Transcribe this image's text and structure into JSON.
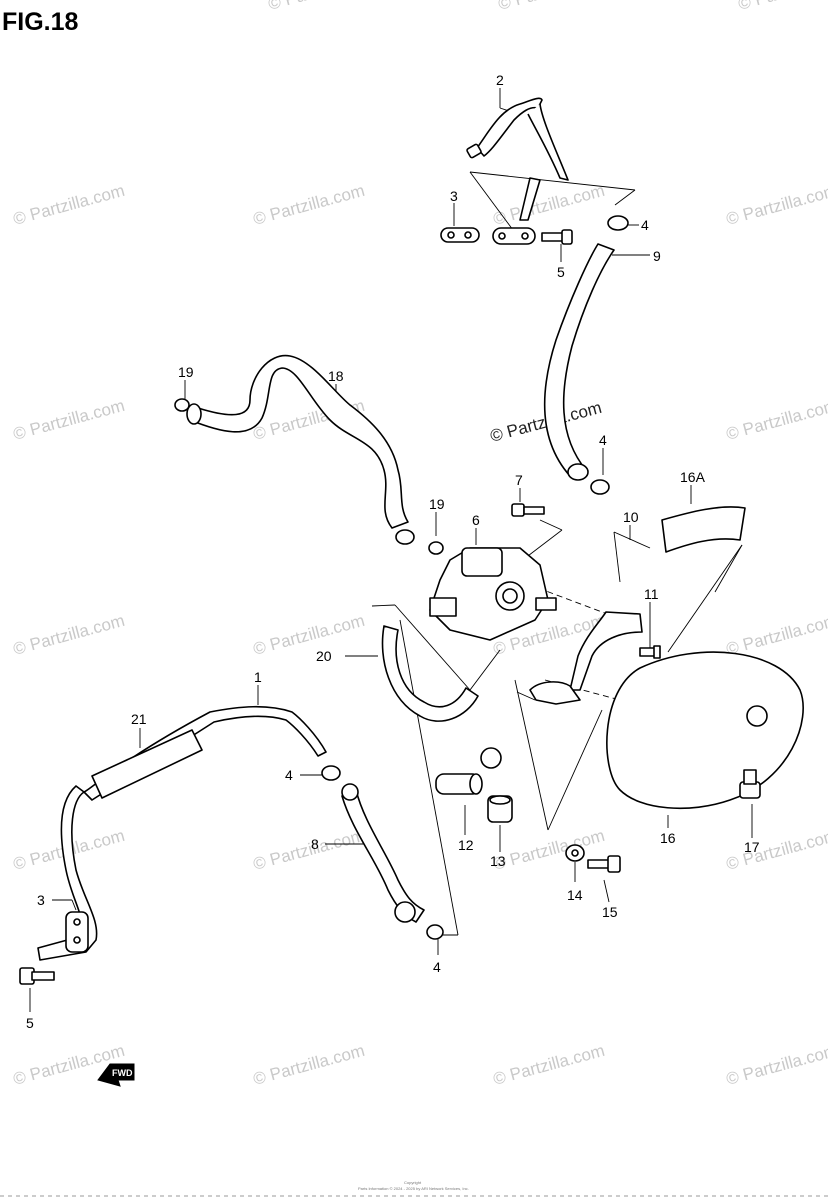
{
  "figure": {
    "title": "FIG.18",
    "fwd_label": "FWD"
  },
  "callouts": [
    {
      "id": "c2",
      "label": "2"
    },
    {
      "id": "c3a",
      "label": "3"
    },
    {
      "id": "c4a",
      "label": "4"
    },
    {
      "id": "c5a",
      "label": "5"
    },
    {
      "id": "c9",
      "label": "9"
    },
    {
      "id": "c19a",
      "label": "19"
    },
    {
      "id": "c18",
      "label": "18"
    },
    {
      "id": "c4b",
      "label": "4"
    },
    {
      "id": "c7",
      "label": "7"
    },
    {
      "id": "c19b",
      "label": "19"
    },
    {
      "id": "c6",
      "label": "6"
    },
    {
      "id": "c16A",
      "label": "16A"
    },
    {
      "id": "c10",
      "label": "10"
    },
    {
      "id": "c11",
      "label": "11"
    },
    {
      "id": "c20",
      "label": "20"
    },
    {
      "id": "c1",
      "label": "1"
    },
    {
      "id": "c21",
      "label": "21"
    },
    {
      "id": "c4c",
      "label": "4"
    },
    {
      "id": "c8",
      "label": "8"
    },
    {
      "id": "c3b",
      "label": "3"
    },
    {
      "id": "c5b",
      "label": "5"
    },
    {
      "id": "c4d",
      "label": "4"
    },
    {
      "id": "c12",
      "label": "12"
    },
    {
      "id": "c13",
      "label": "13"
    },
    {
      "id": "c14",
      "label": "14"
    },
    {
      "id": "c15",
      "label": "15"
    },
    {
      "id": "c16",
      "label": "16"
    },
    {
      "id": "c17",
      "label": "17"
    }
  ],
  "watermark": {
    "text": "© Partzilla.com",
    "center_text": "© Partzilla.com"
  },
  "footer": {
    "copyright_line1": "Copyright",
    "copyright_line2": "Parts Information © 2024 - 2025 by ARI Network Services, Inc."
  }
}
